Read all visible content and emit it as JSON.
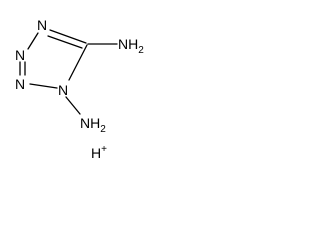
{
  "molecule": {
    "atoms": {
      "n_top": "N",
      "n_left_upper": "N",
      "n_left_lower": "N",
      "n_ring_bottom": "N",
      "amine_right": {
        "main": "NH",
        "sub": "2"
      },
      "amine_bottom": {
        "main": "NH",
        "sub": "2"
      }
    },
    "counter_ion": {
      "main": "H",
      "sup": "+"
    }
  }
}
